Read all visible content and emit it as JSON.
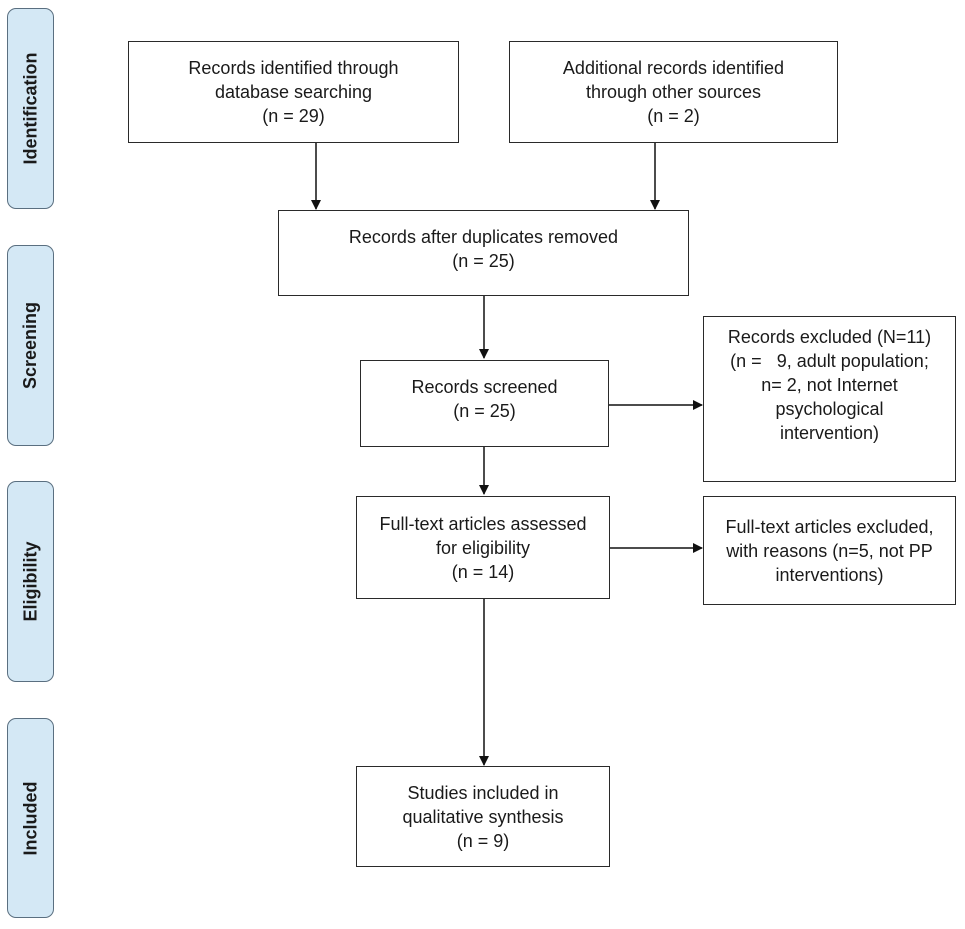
{
  "stages": {
    "identification": "Identification",
    "screening": "Screening",
    "eligibility": "Eligibility",
    "included": "Included"
  },
  "boxes": {
    "database_search": {
      "line1": "Records identified through",
      "line2": "database searching",
      "line3": "(n = 29)"
    },
    "other_sources": {
      "line1": "Additional records identified",
      "line2": "through other sources",
      "line3": "(n = 2)"
    },
    "duplicates_removed": {
      "line1": "Records after duplicates removed",
      "line2": "(n = 25)"
    },
    "screened": {
      "line1": "Records screened",
      "line2": "(n = 25)"
    },
    "excluded": {
      "line1": "Records excluded (N=11)",
      "line2": "(n =   9, adult population;",
      "line3": "n= 2, not Internet",
      "line4": "psychological",
      "line5": "intervention)"
    },
    "fulltext_assessed": {
      "line1": "Full-text articles assessed",
      "line2": "for eligibility",
      "line3": "(n = 14)"
    },
    "fulltext_excluded": {
      "line1": "Full-text articles excluded,",
      "line2": "with reasons (n=5, not PP",
      "line3": "interventions)"
    },
    "included": {
      "line1": "Studies included in",
      "line2": "qualitative synthesis",
      "line3": "(n = 9)"
    }
  },
  "colors": {
    "stage_fill": "#d4e8f5",
    "stage_border": "#5a6f80",
    "box_border": "#2a2a2a",
    "arrow": "#111111"
  }
}
